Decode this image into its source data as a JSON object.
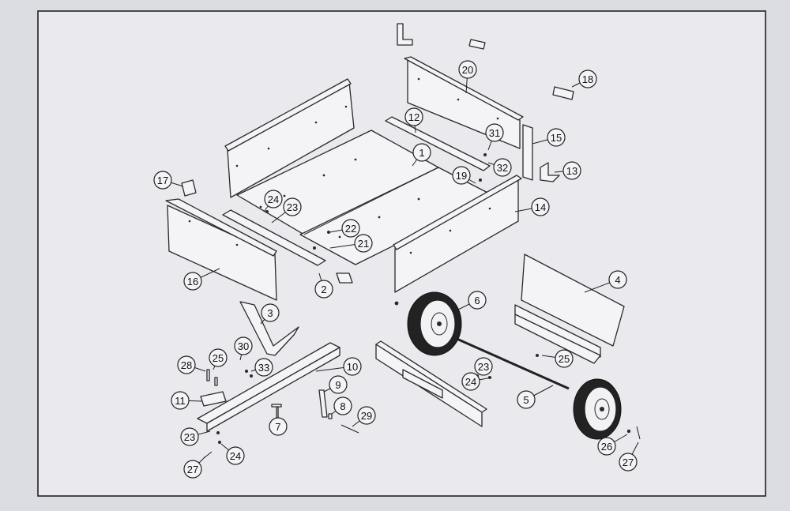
{
  "diagram": {
    "type": "exploded-parts-diagram",
    "subject": "utility cart",
    "colors": {
      "page": "#dcdce3",
      "panel": "#e9e9ee",
      "line": "#2a2a2a",
      "tire": "#222222"
    },
    "callouts": [
      {
        "id": "c1",
        "label": "1"
      },
      {
        "id": "c2",
        "label": "2"
      },
      {
        "id": "c3",
        "label": "3"
      },
      {
        "id": "c4",
        "label": "4"
      },
      {
        "id": "c5",
        "label": "5"
      },
      {
        "id": "c6",
        "label": "6"
      },
      {
        "id": "c7",
        "label": "7"
      },
      {
        "id": "c8",
        "label": "8"
      },
      {
        "id": "c9",
        "label": "9"
      },
      {
        "id": "c10",
        "label": "10"
      },
      {
        "id": "c11",
        "label": "11"
      },
      {
        "id": "c12",
        "label": "12"
      },
      {
        "id": "c13",
        "label": "13"
      },
      {
        "id": "c14",
        "label": "14"
      },
      {
        "id": "c15",
        "label": "15"
      },
      {
        "id": "c16",
        "label": "16"
      },
      {
        "id": "c17",
        "label": "17"
      },
      {
        "id": "c18",
        "label": "18"
      },
      {
        "id": "c19",
        "label": "19"
      },
      {
        "id": "c20",
        "label": "20"
      },
      {
        "id": "c21",
        "label": "21"
      },
      {
        "id": "c22",
        "label": "22"
      },
      {
        "id": "c23a",
        "label": "23"
      },
      {
        "id": "c23b",
        "label": "23"
      },
      {
        "id": "c23c",
        "label": "23"
      },
      {
        "id": "c24a",
        "label": "24"
      },
      {
        "id": "c24b",
        "label": "24"
      },
      {
        "id": "c24c",
        "label": "24"
      },
      {
        "id": "c25a",
        "label": "25"
      },
      {
        "id": "c25b",
        "label": "25"
      },
      {
        "id": "c26",
        "label": "26"
      },
      {
        "id": "c27a",
        "label": "27"
      },
      {
        "id": "c27b",
        "label": "27"
      },
      {
        "id": "c28",
        "label": "28"
      },
      {
        "id": "c29",
        "label": "29"
      },
      {
        "id": "c30",
        "label": "30"
      },
      {
        "id": "c31",
        "label": "31"
      },
      {
        "id": "c32",
        "label": "32"
      },
      {
        "id": "c33",
        "label": "33"
      }
    ]
  }
}
